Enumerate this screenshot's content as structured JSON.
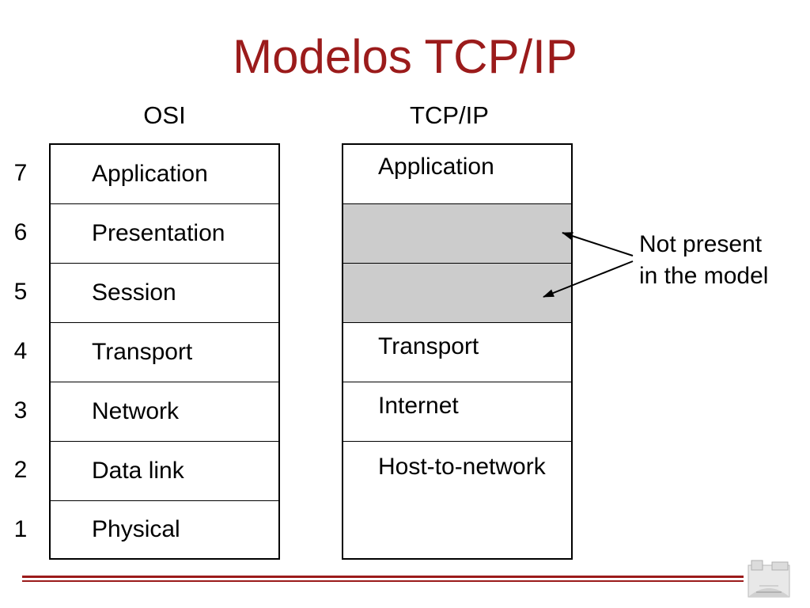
{
  "title": "Modelos TCP/IP",
  "osi": {
    "heading": "OSI",
    "layers": [
      {
        "number": "7",
        "label": "Application"
      },
      {
        "number": "6",
        "label": "Presentation"
      },
      {
        "number": "5",
        "label": "Session"
      },
      {
        "number": "4",
        "label": "Transport"
      },
      {
        "number": "3",
        "label": "Network"
      },
      {
        "number": "2",
        "label": "Data link"
      },
      {
        "number": "1",
        "label": "Physical"
      }
    ]
  },
  "tcpip": {
    "heading": "TCP/IP",
    "layers": [
      {
        "label": "Application"
      },
      {
        "label": "",
        "absent": true
      },
      {
        "label": "",
        "absent": true
      },
      {
        "label": "Transport"
      },
      {
        "label": "Internet"
      },
      {
        "label": "Host-to-network"
      },
      {
        "label": ""
      }
    ]
  },
  "note": {
    "line1": "Not present",
    "line2": "in the model"
  },
  "colors": {
    "title": "#9b1b1b",
    "absent_fill": "#cccccc",
    "footer_rule": "#9b1b1b"
  }
}
